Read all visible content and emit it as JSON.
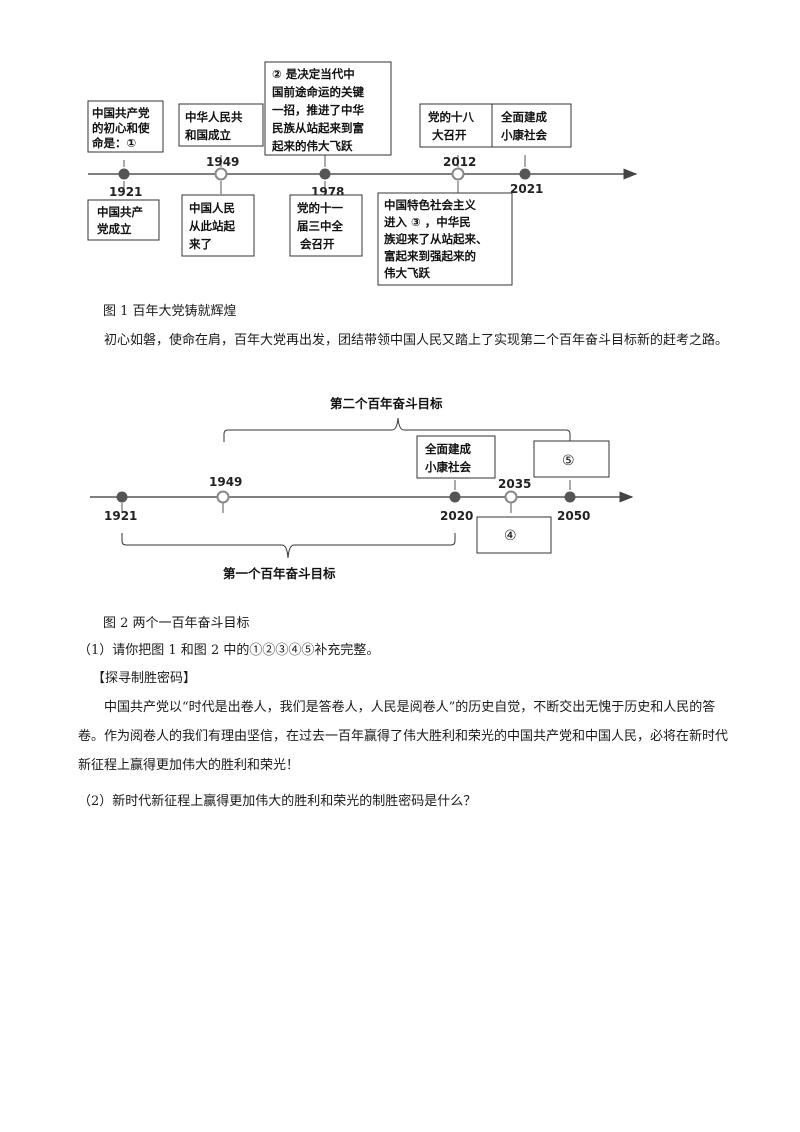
{
  "figure1": {
    "caption": "图 1 百年大党铸就辉煌",
    "years": {
      "y1921": "1921",
      "y1949": "1949",
      "y1978": "1978",
      "y2012": "2012",
      "y2021": "2021"
    },
    "box_cpc_mission": [
      "中国共产党",
      "的初心和使",
      "命是：①"
    ],
    "box_prc_founding": [
      "中华人民共",
      "和国成立"
    ],
    "box_reform": [
      "② 是决定当代中",
      "国前途命运的关键",
      "一招，推进了中华",
      "民族从站起来到富",
      "起来的伟大飞跃"
    ],
    "box_18th_congress": [
      "党的十八",
      "大召开"
    ],
    "box_xiaokang": [
      "全面建成",
      "小康社会"
    ],
    "box_cpc_founded": [
      "中国共产",
      "党成立"
    ],
    "box_stood_up": [
      "中国人民",
      "从此站起",
      "来了"
    ],
    "box_third_plenum": [
      "党的十一",
      "届三中全",
      "会召开"
    ],
    "box_new_era": [
      "中国特色社会主义",
      "进入 ③ ，中华民",
      "族迎来了从站起来、",
      "富起来到强起来的",
      "伟大飞跃"
    ]
  },
  "intro_text": "初心如磐，使命在肩，百年大党再出发，团结带领中国人民又踏上了实现第二个百年奋斗目标新的赶考之路。",
  "figure2": {
    "caption": "图 2 两个一百年奋斗目标",
    "second_goal_label": "第二个百年奋斗目标",
    "first_goal_label": "第一个百年奋斗目标",
    "years": {
      "y1921": "1921",
      "y1949": "1949",
      "y2020": "2020",
      "y2035": "2035",
      "y2050": "2050"
    },
    "box_xiaokang": [
      "全面建成",
      "小康社会"
    ],
    "box_4": "④",
    "box_5": "⑤"
  },
  "question1": "（1）请你把图 1 和图 2 中的①②③④⑤补充完整。",
  "section_heading": "【探寻制胜密码】",
  "body_paragraph": "中国共产党以“时代是出卷人，我们是答卷人，人民是阅卷人”的历史自觉，不断交出无愧于历史和人民的答卷。作为阅卷人的我们有理由坚信，在过去一百年赢得了伟大胜利和荣光的中国共产党和中国人民，必将在新时代新征程上赢得更加伟大的胜利和荣光！",
  "question2": "（2）新时代新征程上赢得更加伟大的胜利和荣光的制胜密码是什么？"
}
